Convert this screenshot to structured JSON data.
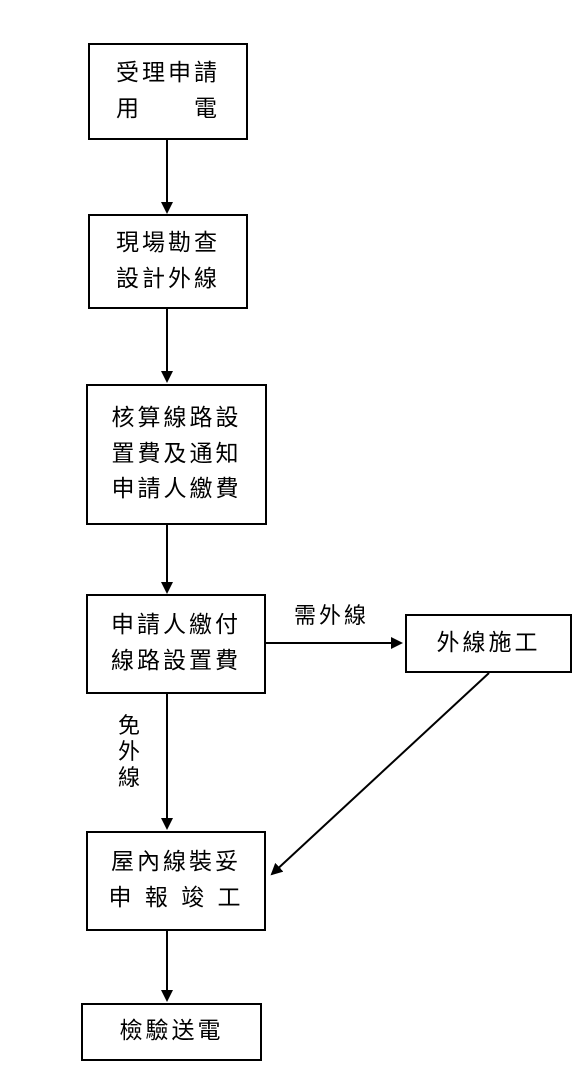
{
  "nodes": {
    "apply": {
      "lines": [
        "受理申請",
        "用　　電"
      ]
    },
    "survey": {
      "lines": [
        "現場勘查",
        "設計外線"
      ]
    },
    "calc": {
      "lines": [
        "核算線路設",
        "置費及通知",
        "申請人繳費"
      ]
    },
    "pay": {
      "lines": [
        "申請人繳付",
        "線路設置費"
      ]
    },
    "external": {
      "lines": [
        "外線施工"
      ]
    },
    "indoor": {
      "lines": [
        "屋內線裝妥",
        "申 報 竣 工"
      ]
    },
    "power": {
      "lines": [
        "檢驗送電"
      ]
    }
  },
  "edges": {
    "need_external": "需外線",
    "no_external": [
      "免",
      "外",
      "線"
    ]
  },
  "colors": {
    "stroke": "#000000",
    "background": "#ffffff"
  }
}
